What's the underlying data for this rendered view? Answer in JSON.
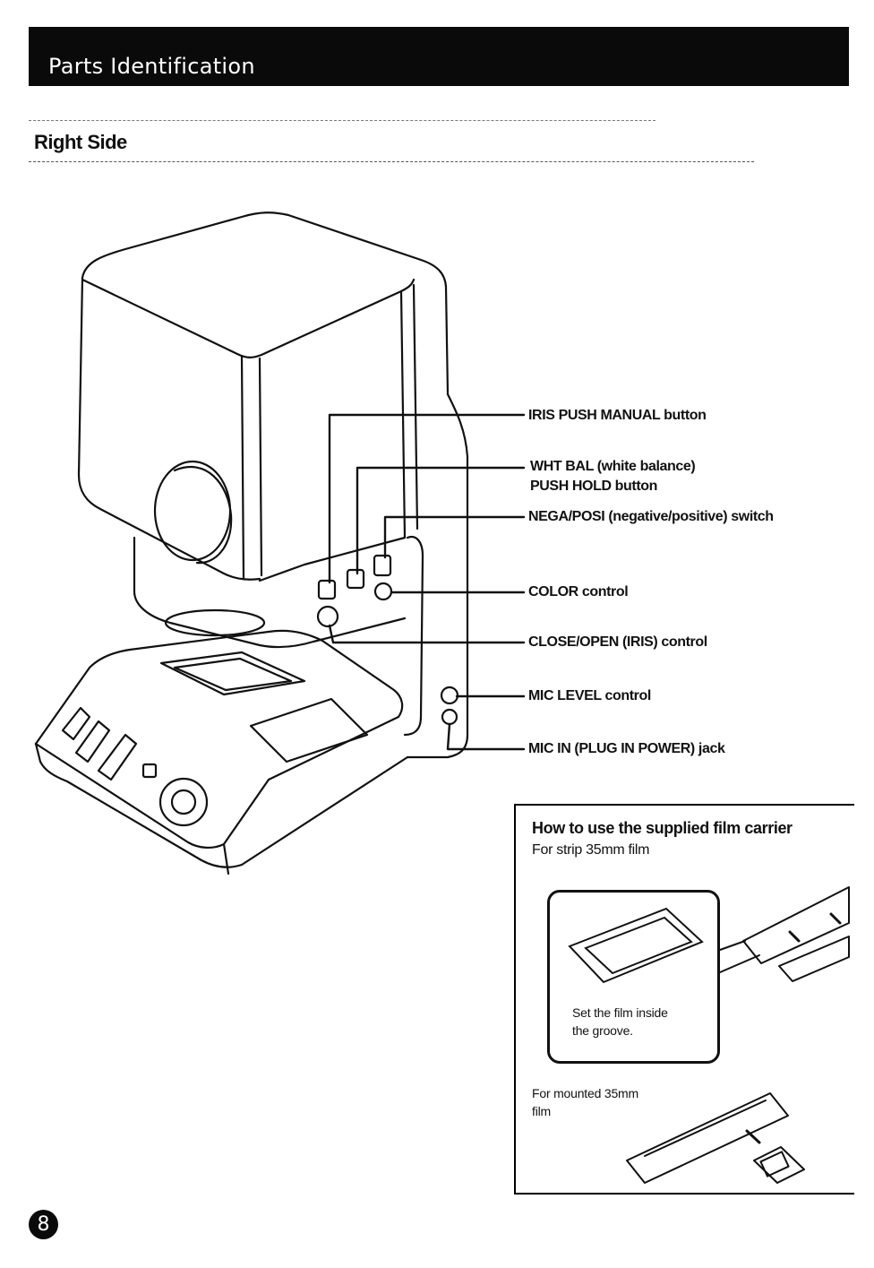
{
  "header": {
    "title": "Parts Identification"
  },
  "section": {
    "title": "Right Side"
  },
  "callouts": [
    {
      "label": "IRIS PUSH MANUAL button"
    },
    {
      "label": "WHT BAL (white balance)",
      "label2": "PUSH HOLD button"
    },
    {
      "label": "NEGA/POSI (negative/positive) switch"
    },
    {
      "label": "COLOR control"
    },
    {
      "label": "CLOSE/OPEN (IRIS) control"
    },
    {
      "label": "MIC LEVEL control"
    },
    {
      "label": "MIC IN (PLUG IN POWER) jack"
    }
  ],
  "carrier": {
    "title": "How to use the supplied film carrier",
    "subtitle": "For strip 35mm film",
    "inset_text": [
      "Set the film inside",
      "the groove."
    ],
    "mounted_text": [
      "For mounted 35mm",
      "film"
    ]
  },
  "page": {
    "number": "8"
  }
}
